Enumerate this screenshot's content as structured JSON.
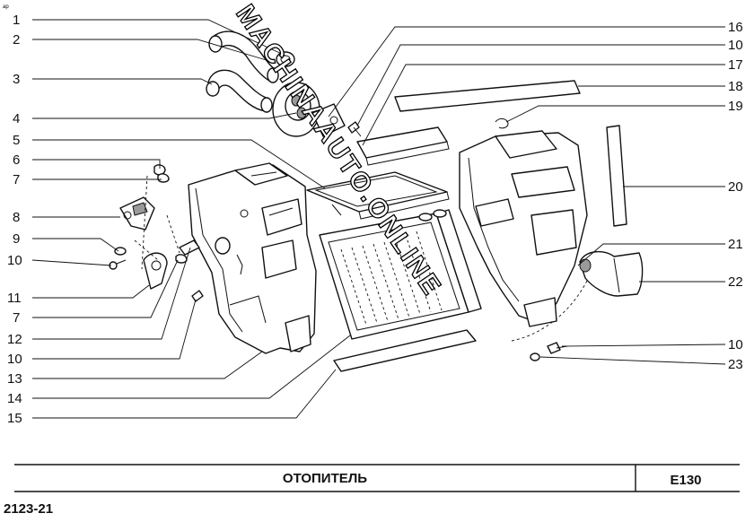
{
  "diagram": {
    "left_callouts": [
      "1",
      "2",
      "3",
      "4",
      "5",
      "6",
      "7",
      "8",
      "9",
      "10",
      "11",
      "7",
      "12",
      "10",
      "13",
      "14",
      "15"
    ],
    "right_callouts": [
      "16",
      "10",
      "17",
      "18",
      "19",
      "20",
      "21",
      "22",
      "10",
      "23"
    ],
    "watermark": "MACHINAAUTO.ONLINE"
  },
  "title_block": {
    "title": "ОТОПИТЕЛЬ",
    "section_code": "Е130",
    "model_code": "2123-21",
    "corner_mark": "ap"
  }
}
